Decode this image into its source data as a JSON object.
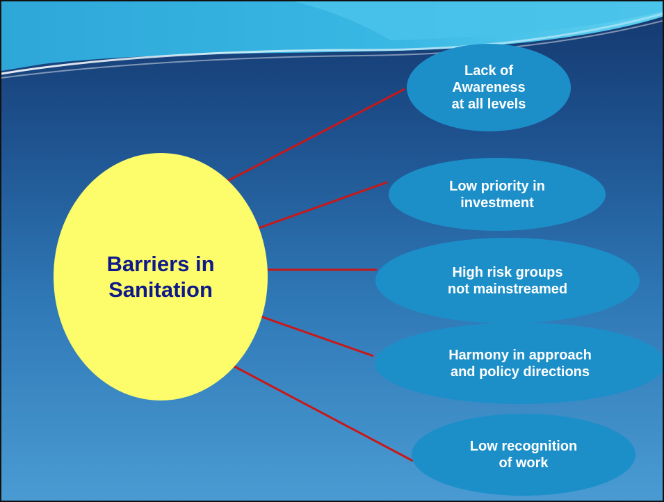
{
  "diagram": {
    "hub": {
      "label": "Barriers in\nSanitation",
      "color": "#fdfc6a",
      "text_color": "#0f1a8a"
    },
    "nodes": [
      {
        "label": "Lack of\nAwareness\nat all levels"
      },
      {
        "label": "Low priority in\ninvestment"
      },
      {
        "label": "High risk groups\nnot mainstreamed"
      },
      {
        "label": "Harmony in approach\nand policy directions"
      },
      {
        "label": "Low recognition\nof work"
      }
    ],
    "node_color": "#1c8fc9",
    "connector_color": "#c81818"
  }
}
